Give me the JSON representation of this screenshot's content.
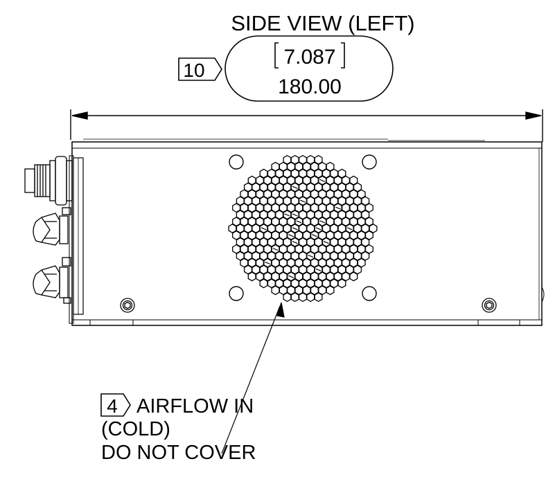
{
  "view_title": "SIDE VIEW (LEFT)",
  "dimension": {
    "callout_number": "10",
    "inches": "7.087",
    "millimeters": "180.00"
  },
  "airflow_note": {
    "callout_number": "4",
    "line1": "AIRFLOW IN",
    "line2": "(COLD)",
    "line3": "DO NOT COVER"
  }
}
